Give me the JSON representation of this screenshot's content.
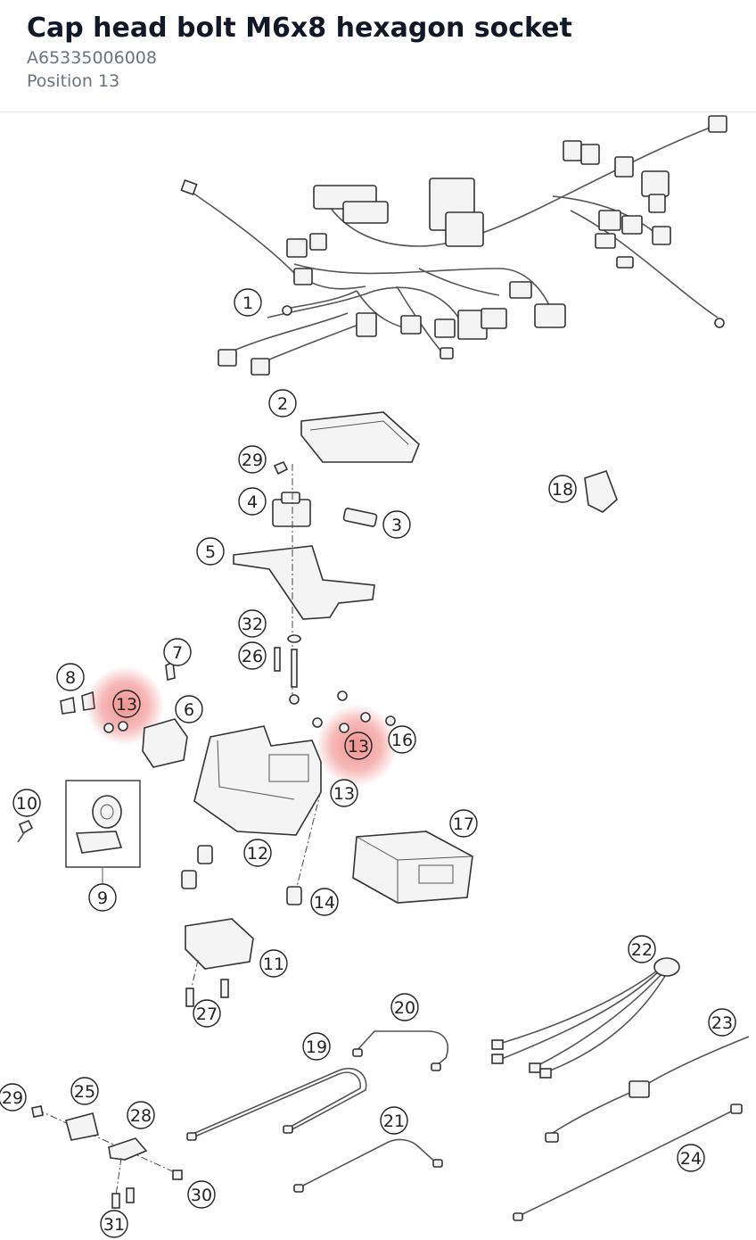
{
  "header": {
    "title": "Cap head bolt M6x8 hexagon socket",
    "part_number": "A65335006008",
    "position": "Position 13"
  },
  "highlight_color": "#e53935",
  "callouts": [
    {
      "id": "c1",
      "label": "1"
    },
    {
      "id": "c2",
      "label": "2"
    },
    {
      "id": "c29a",
      "label": "29"
    },
    {
      "id": "c4",
      "label": "4"
    },
    {
      "id": "c3",
      "label": "3"
    },
    {
      "id": "c18",
      "label": "18"
    },
    {
      "id": "c5",
      "label": "5"
    },
    {
      "id": "c32",
      "label": "32"
    },
    {
      "id": "c26",
      "label": "26"
    },
    {
      "id": "c7",
      "label": "7"
    },
    {
      "id": "c8",
      "label": "8"
    },
    {
      "id": "c13a",
      "label": "13"
    },
    {
      "id": "c6",
      "label": "6"
    },
    {
      "id": "c13b",
      "label": "13"
    },
    {
      "id": "c16",
      "label": "16"
    },
    {
      "id": "c13c",
      "label": "13"
    },
    {
      "id": "c10",
      "label": "10"
    },
    {
      "id": "c17",
      "label": "17"
    },
    {
      "id": "c12",
      "label": "12"
    },
    {
      "id": "c9",
      "label": "9"
    },
    {
      "id": "c14",
      "label": "14"
    },
    {
      "id": "c11",
      "label": "11"
    },
    {
      "id": "c27",
      "label": "27"
    },
    {
      "id": "c22",
      "label": "22"
    },
    {
      "id": "c20",
      "label": "20"
    },
    {
      "id": "c23",
      "label": "23"
    },
    {
      "id": "c19",
      "label": "19"
    },
    {
      "id": "c29b",
      "label": "29"
    },
    {
      "id": "c25",
      "label": "25"
    },
    {
      "id": "c28",
      "label": "28"
    },
    {
      "id": "c21",
      "label": "21"
    },
    {
      "id": "c24",
      "label": "24"
    },
    {
      "id": "c30",
      "label": "30"
    },
    {
      "id": "c31",
      "label": "31"
    }
  ]
}
